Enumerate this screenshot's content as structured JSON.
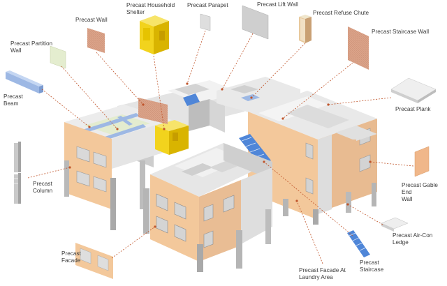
{
  "labels": {
    "household_shelter": "Precast Household\nShelter",
    "parapet": "Precast Parapet",
    "lift_wall": "Precast Lift Wall",
    "refuse_chute": "Precast Refuse Chute",
    "wall": "Precast Wall",
    "staircase_wall": "Precast Staircase Wall",
    "partition_wall": "Precast Partition\nWall",
    "beam": "Precast\nBeam",
    "plank": "Precast Plank",
    "column": "Precast\nColumn",
    "gable_end_wall": "Precast Gable End\nWall",
    "aircon_ledge": "Precast Air-Con\nLedge",
    "facade": "Precast\nFacade",
    "staircase": "Precast\nStaircase",
    "facade_laundry": "Precast Facade At\nLaundry Area"
  },
  "colors": {
    "concrete_top": "#e9e9e9",
    "concrete_side": "#cfcfcf",
    "concrete_dark": "#a9a9a9",
    "wall_orange": "#f3c89b",
    "wall_orange_dark": "#e2a978",
    "shelter_yellow": "#f2d31d",
    "shelter_yellow_dark": "#d9b400",
    "beam_blue": "#9db8e4",
    "stair_blue": "#4f86d8",
    "wall_tan": "#dca48a",
    "partition_green": "#e2eccb",
    "leader": "#c0552b"
  }
}
